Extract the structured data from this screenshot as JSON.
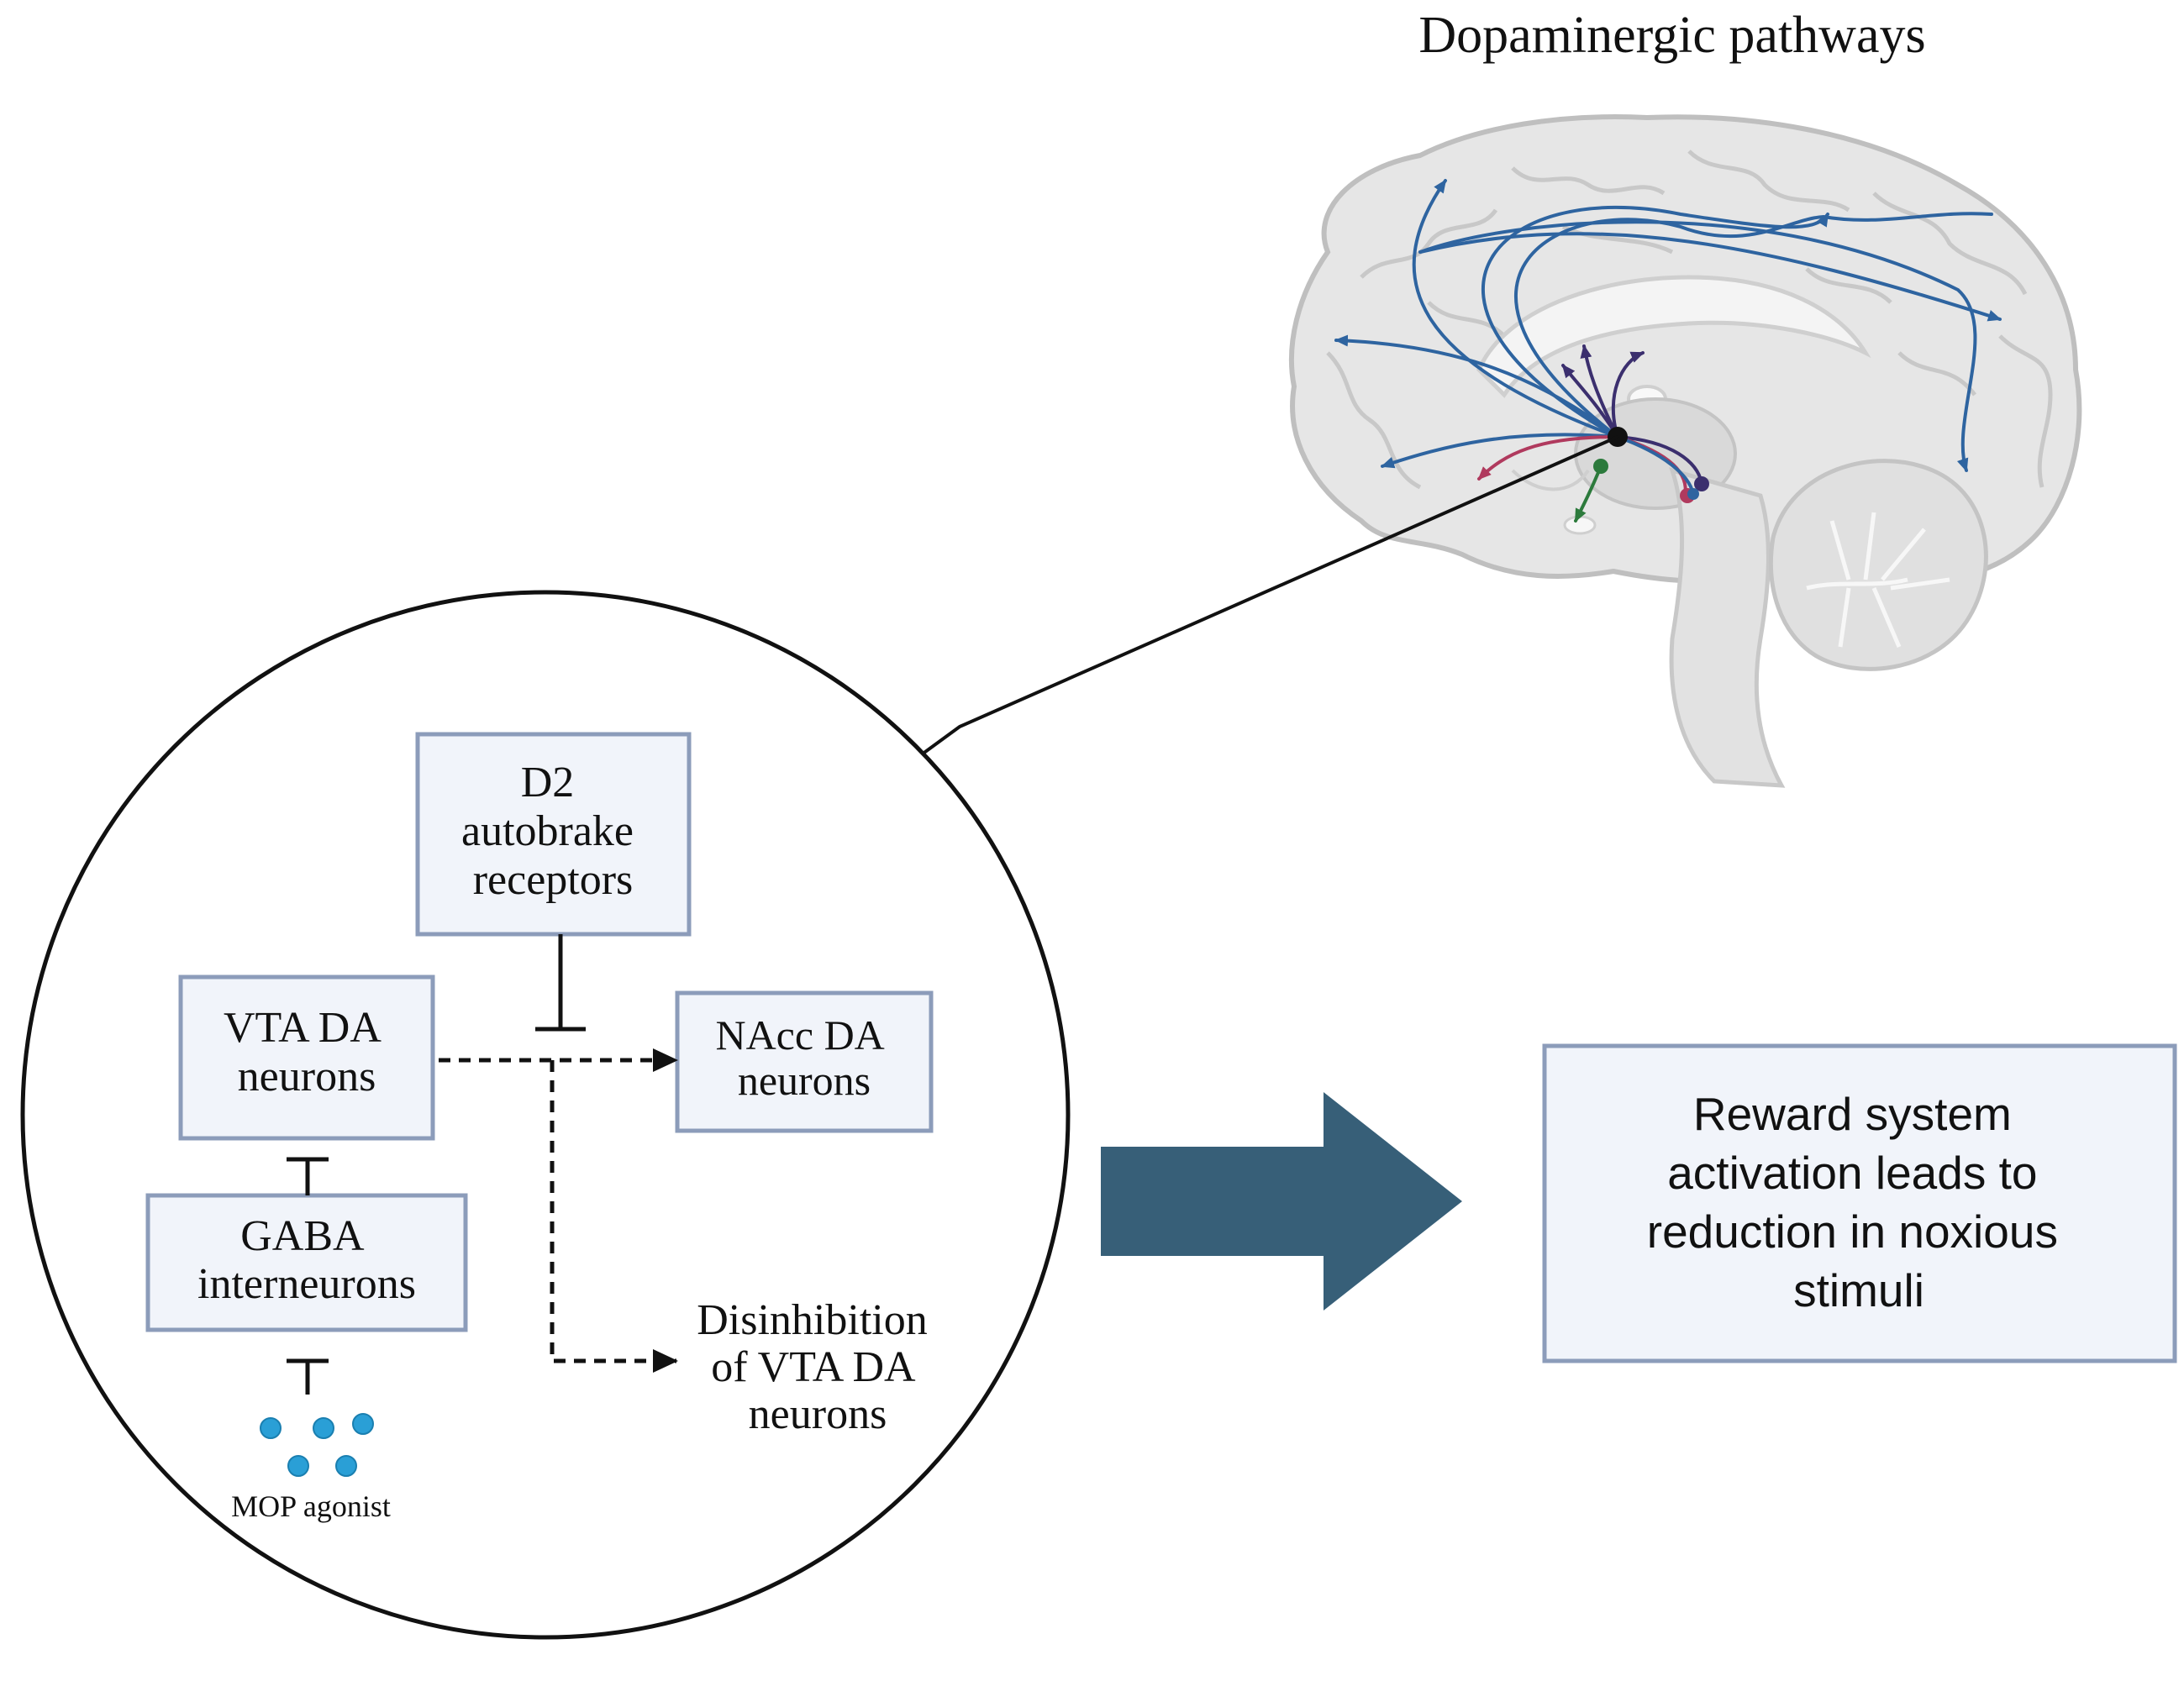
{
  "title": "Dopaminergic pathways",
  "boxes": {
    "d2": [
      "D2",
      "autobrake",
      "receptors"
    ],
    "vta": [
      "VTA DA",
      "neurons"
    ],
    "nacc": [
      "NAcc DA",
      "neurons"
    ],
    "gaba": [
      "GABA",
      "interneurons"
    ],
    "outcome": [
      "Reward system",
      "activation leads to",
      "reduction in noxious",
      "stimuli"
    ]
  },
  "labels": {
    "disinhibition": [
      "Disinhibition",
      "of VTA DA",
      "neurons"
    ],
    "agonist": "MOP agonist"
  },
  "colors": {
    "box_fill": "#f1f4fa",
    "box_border": "#8c9cba",
    "big_arrow": "#375f78",
    "pathway_blue": "#2e64a0",
    "pathway_purple": "#3b2f6e",
    "pathway_red": "#b03a5e",
    "pathway_green": "#2c7a3c",
    "agonist_dot": "#2a9fd6"
  },
  "icons": {
    "brain": "brain-sagittal-icon",
    "arrow": "right-arrow-icon",
    "inhibition": "t-bar-inhibition-icon"
  }
}
